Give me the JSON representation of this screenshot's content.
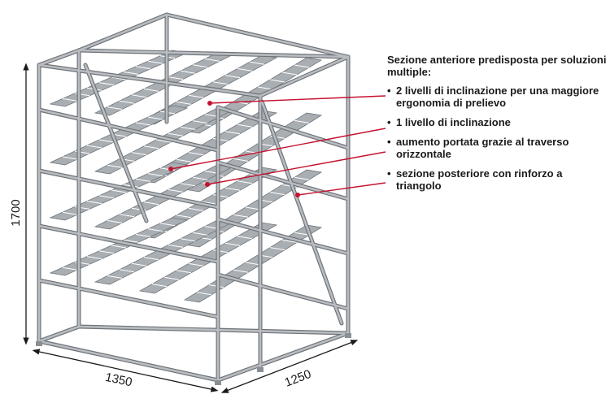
{
  "callouts": {
    "heading": "Sezione anteriore predisposta per soluzioni multiple:",
    "bullet": "•",
    "items": [
      "2 livelli di inclinazione per una maggiore ergonomia di prelievo",
      "1 livello di inclinazione",
      "aumento portata grazie al traverso orizzontale",
      "sezione posteriore con rinforzo a triangolo"
    ]
  },
  "dimensions": {
    "height": "1700",
    "width": "1350",
    "depth": "1250"
  },
  "colors": {
    "leader": "#c4122f",
    "frame": "#b9bdc2",
    "frame_edge": "#6f7479",
    "roller": "#a9aeb3",
    "text": "#1a1a1a"
  }
}
